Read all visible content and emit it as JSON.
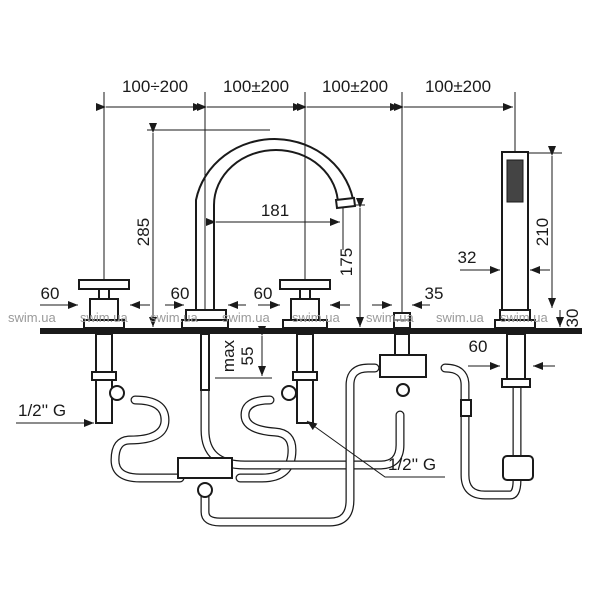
{
  "dimensions": {
    "spacing": [
      "100÷200",
      "100±200",
      "100±200",
      "100±200"
    ],
    "spout_height": "285",
    "spout_reach": "181",
    "spout_outlet_height": "175",
    "shower_height": "210",
    "shower_width": "32",
    "handle_diameters": [
      "60",
      "60",
      "60"
    ],
    "diverter_diameter": "35",
    "shower_base_diameter": "60",
    "deck_base_height": "30",
    "max_deck_thickness_label": "max",
    "max_deck_thickness_value": "55",
    "connection_left": "1/2'' G",
    "connection_right": "1/2'' G"
  },
  "watermark": "swim.ua",
  "watermark_count": 8,
  "colors": {
    "line": "#1a1a1a",
    "watermark": "#9a9a9a"
  }
}
